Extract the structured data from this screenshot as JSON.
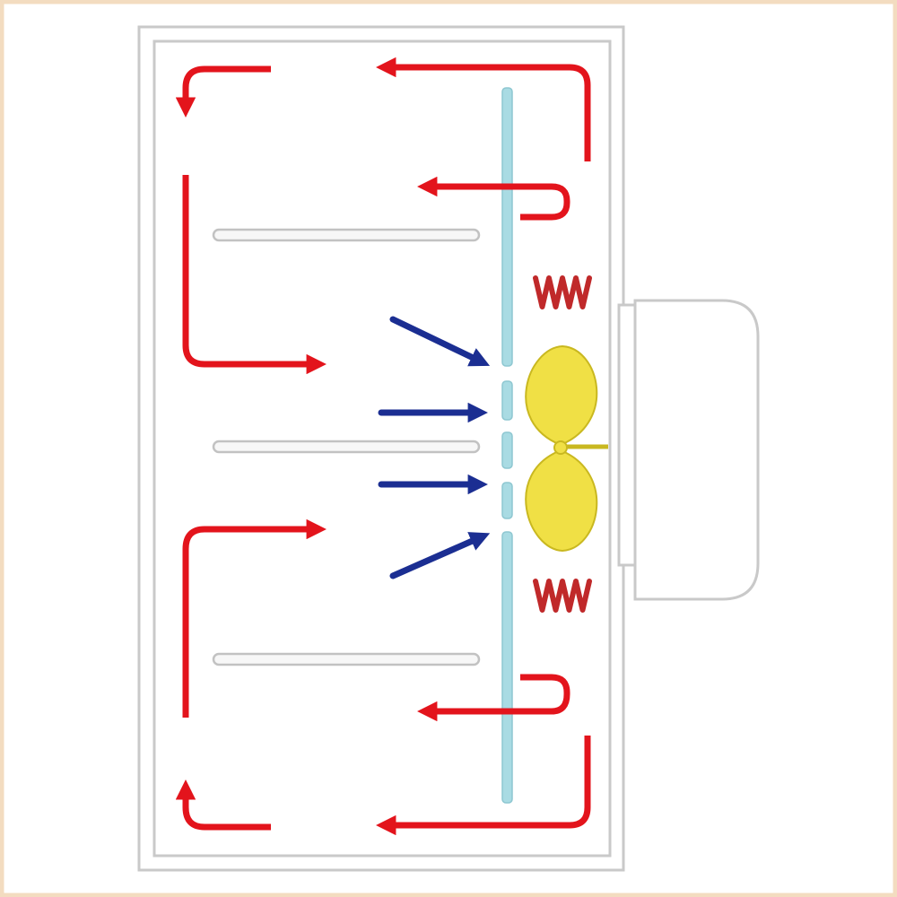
{
  "diagram": {
    "colors": {
      "frame_border": "#f3dcc0",
      "page_background": "#ffffff",
      "outline": "#c9c9c9",
      "shelf_fill": "#f7f7f7",
      "shelf_stroke": "#c2c2c2",
      "baffle": "#a9dbe3",
      "baffle_stroke": "#8ec7d1",
      "hot_air_arrow": "#e3141c",
      "return_air_arrow": "#1b2e92",
      "heater_coil": "#c0292a",
      "fan_blade": "#f0e045",
      "fan_blade_stroke": "#c9b820"
    },
    "icons": {
      "fan": "fan-icon",
      "heater": "heater-coil-icon",
      "hot_air": "hot-air-arrow",
      "return_air": "return-air-arrow",
      "shelf": "shelf",
      "baffle": "air-baffle",
      "motor": "motor-housing"
    },
    "counts": {
      "shelves": 3,
      "heater_coils": 2,
      "fans": 1,
      "return_air_arrows": 4
    }
  }
}
